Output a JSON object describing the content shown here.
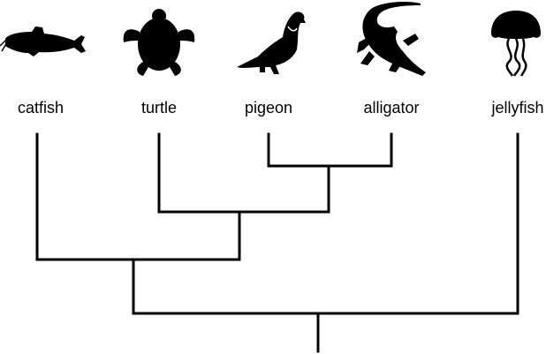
{
  "tree": {
    "ink_color": "#000000",
    "taxa": [
      {
        "id": "catfish",
        "label": "catfish",
        "icon": "catfish-silhouette-icon"
      },
      {
        "id": "turtle",
        "label": "turtle",
        "icon": "turtle-silhouette-icon"
      },
      {
        "id": "pigeon",
        "label": "pigeon",
        "icon": "pigeon-silhouette-icon"
      },
      {
        "id": "alligator",
        "label": "alligator",
        "icon": "alligator-silhouette-icon"
      },
      {
        "id": "jellyfish",
        "label": "jellyfish",
        "icon": "jellyfish-silhouette-icon"
      }
    ],
    "topology": "(((turtle,(pigeon,alligator)),catfish),jellyfish)"
  }
}
